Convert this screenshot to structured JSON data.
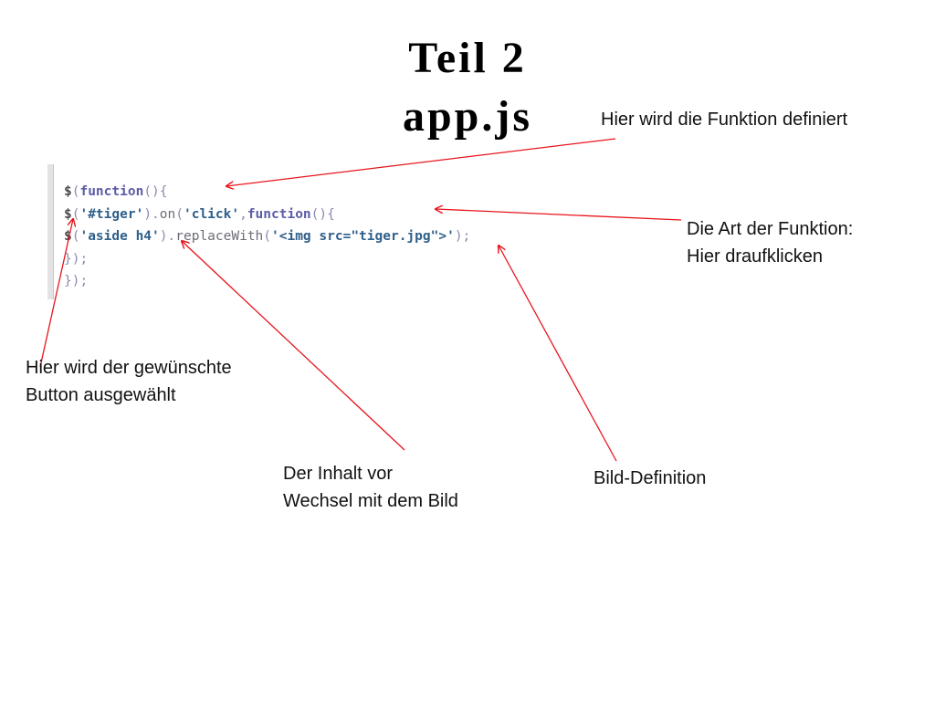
{
  "title": {
    "line1": "Teil 2",
    "line2": "app.js"
  },
  "code": {
    "line1": {
      "dollar": "$",
      "open": "(",
      "kw": "function",
      "rest": "(){"
    },
    "line2": {
      "dollar": "$",
      "open": "(",
      "str1": "'#tiger'",
      "close1": ").",
      "meth": "on",
      "open2": "(",
      "str2": "'click'",
      "comma": ",",
      "kw": "function",
      "rest": "(){"
    },
    "line3": {
      "dollar": "$",
      "open": "(",
      "str1": "'aside h4'",
      "close1": ").",
      "meth": "replaceWith",
      "open2": "(",
      "str2": "'<img src=\"tiger.jpg\">'",
      "rest": ");"
    },
    "line4": "});",
    "line5": "});"
  },
  "annotations": {
    "function_defined": "Hier wird die Funktion definiert",
    "function_type": [
      "Die Art der Funktion:",
      "Hier draufklicken"
    ],
    "button_selected": [
      "Hier wird der gewünschte",
      "Button ausgewählt"
    ],
    "content_before": [
      "Der Inhalt vor",
      "Wechsel mit dem Bild"
    ],
    "image_definition": "Bild-Definition"
  },
  "colors": {
    "arrow": "#e8141b",
    "code_keyword": "#5c5ca6",
    "code_string": "#2e5f8a"
  }
}
